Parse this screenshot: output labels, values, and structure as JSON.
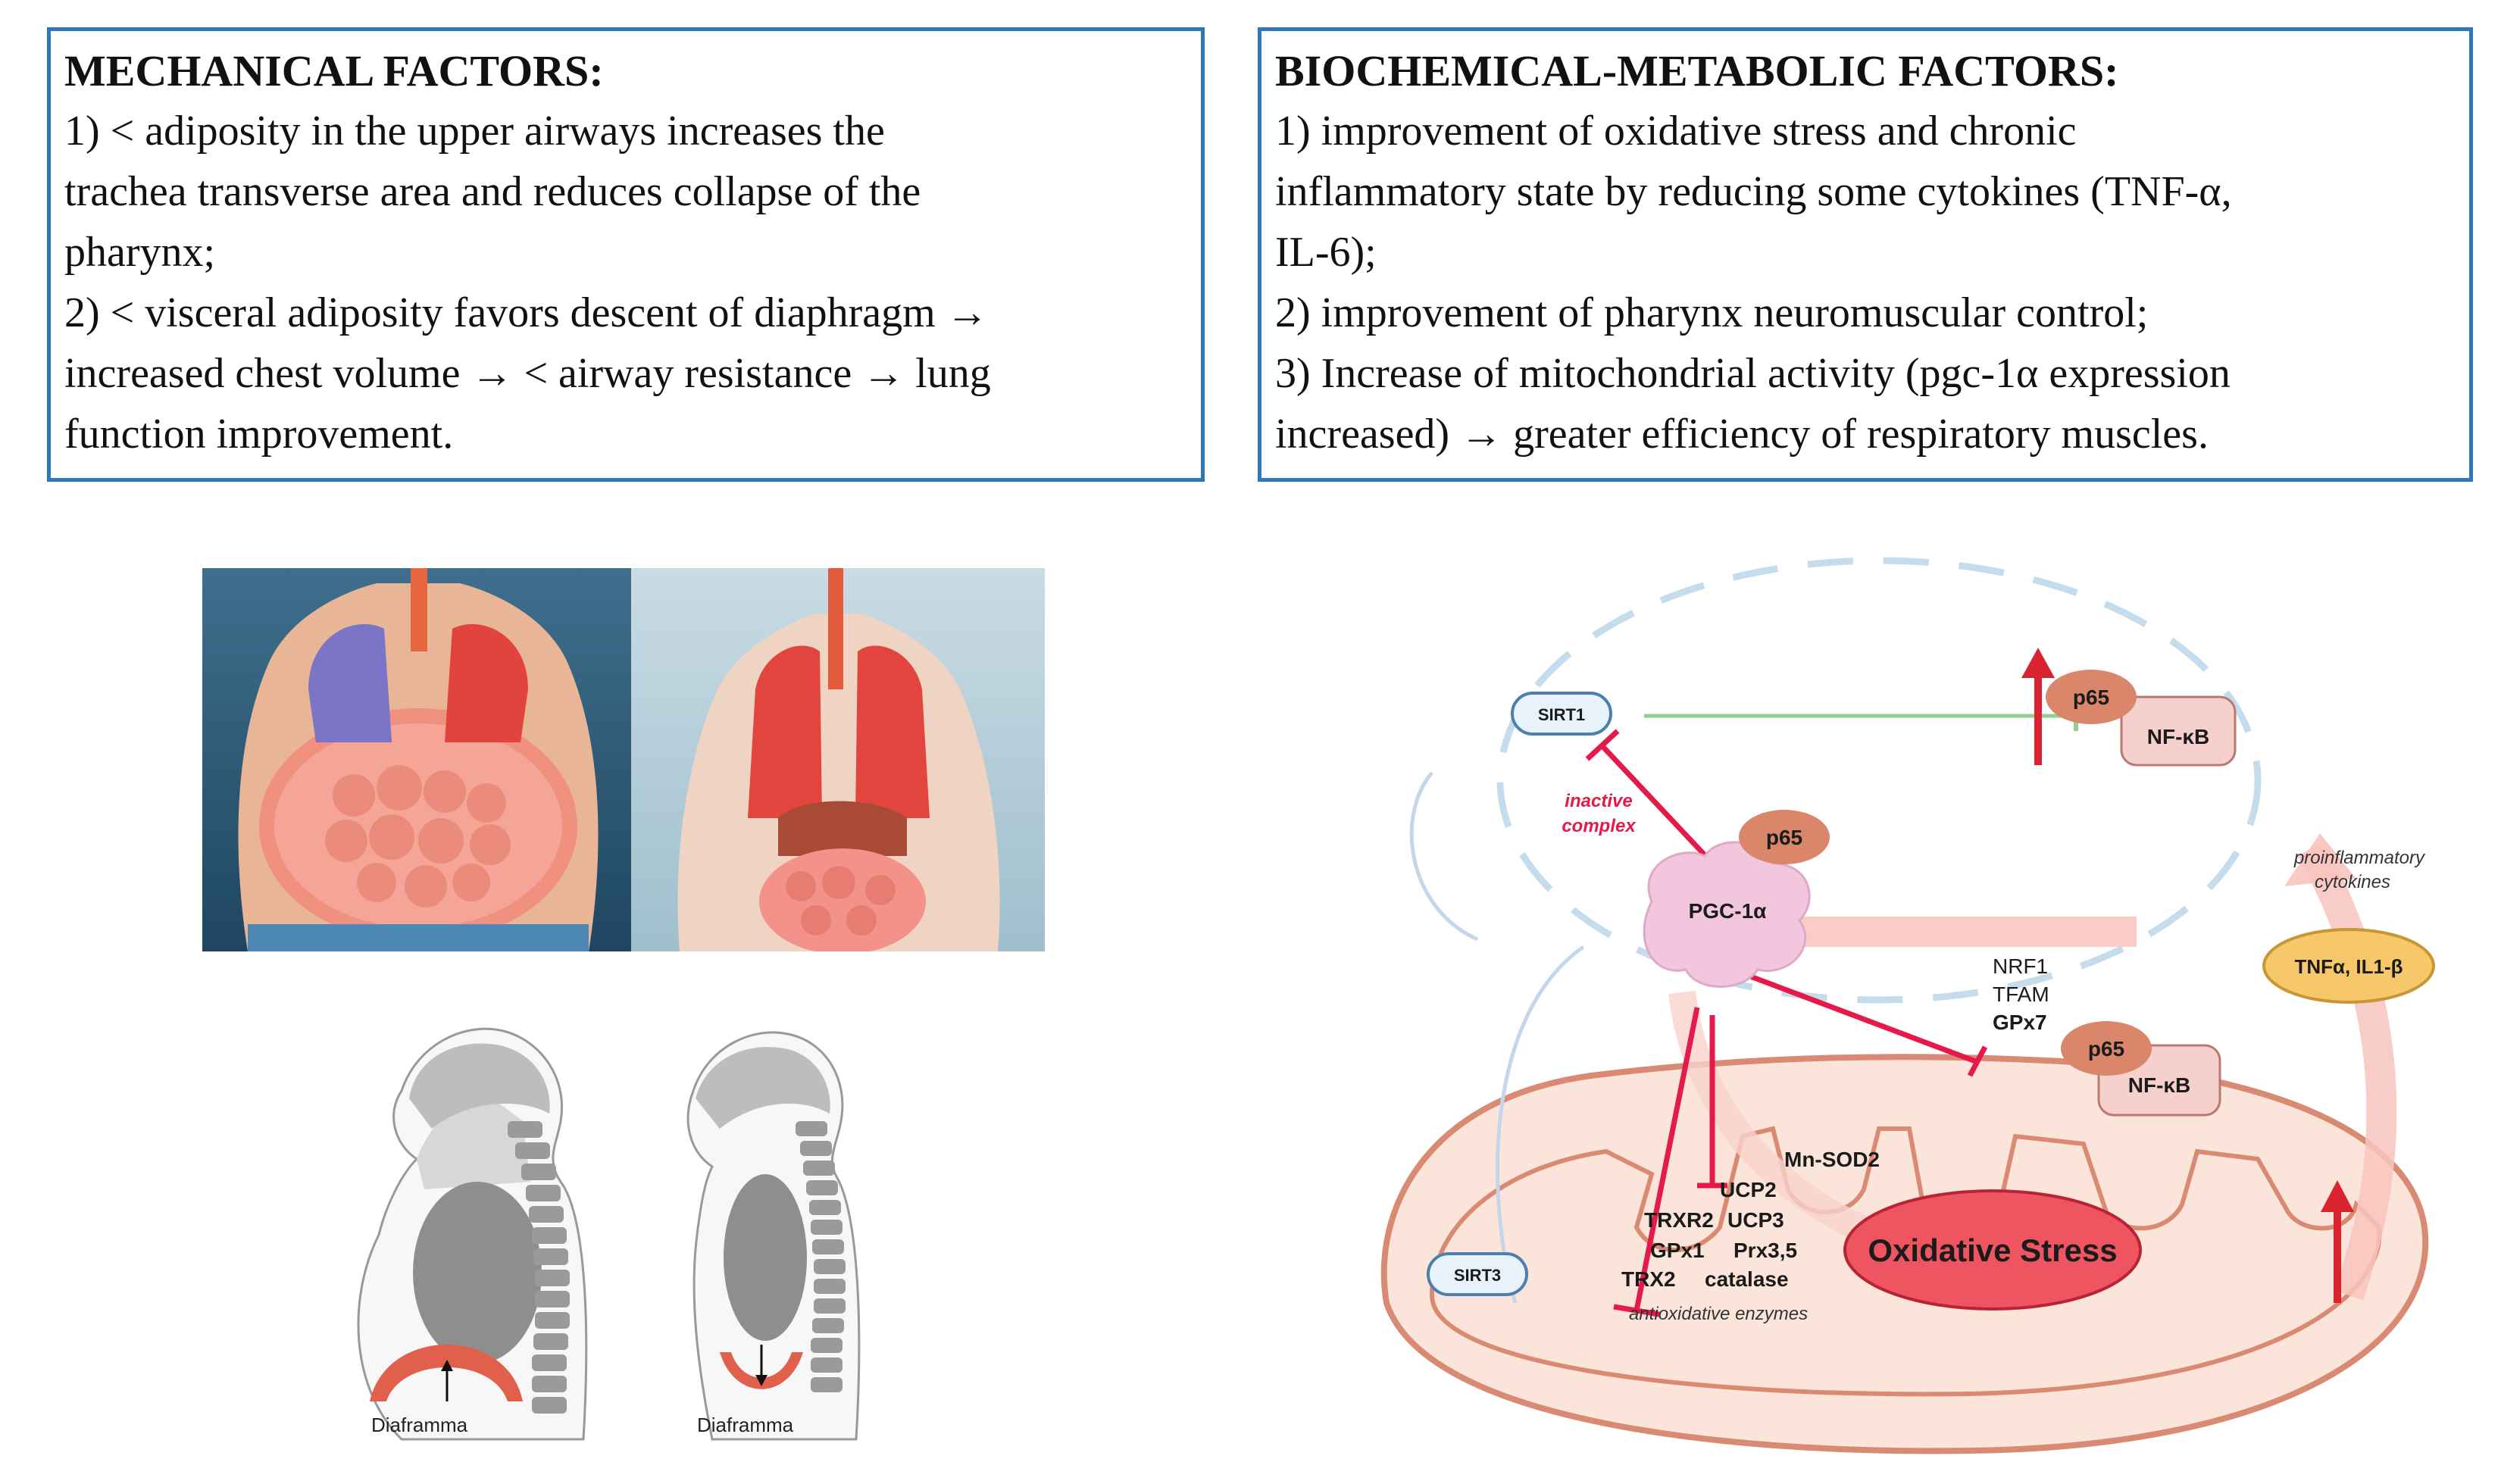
{
  "mechanical": {
    "title": "MECHANICAL FACTORS:",
    "lines": [
      "1) < adiposity in the upper airways increases the",
      "trachea transverse area and reduces collapse of the",
      "pharynx;",
      "2) < visceral adiposity favors descent of diaphragm →",
      "increased chest volume → < airway resistance → lung",
      "function improvement."
    ]
  },
  "biochemical": {
    "title": "BIOCHEMICAL-METABOLIC FACTORS:",
    "lines": [
      "1) improvement of oxidative stress and chronic",
      "inflammatory state by reducing some cytokines (TNF-α,",
      "IL-6);",
      "2) improvement of pharynx neuromuscular control;",
      "3) Increase of mitochondrial activity (pgc-1α expression",
      "increased) → greater efficiency of respiratory muscles."
    ]
  },
  "silhouettes": {
    "left_label": "Diaframma",
    "right_label": "Diaframma"
  },
  "pathway": {
    "sirt1": "SIRT1",
    "sirt3": "SIRT3",
    "p65_top": "p65",
    "nfkb_top": "NF-κB",
    "inactive_complex_1": "inactive",
    "inactive_complex_2": "complex",
    "p65_mid": "p65",
    "pgc1a": "PGC-1α",
    "nrf1": "NRF1",
    "tfam": "TFAM",
    "gpx7": "GPx7",
    "proinflammatory_1": "proinflammatory",
    "proinflammatory_2": "cytokines",
    "tnf": "TNFα, IL1-β",
    "p65_low": "p65",
    "nfkb_low": "NF-κB",
    "mnsod2": "Mn-SOD2",
    "ucp2": "UCP2",
    "trxr2": "TRXR2",
    "ucp3": "UCP3",
    "gpx1": "GPx1",
    "prx": "Prx3,5",
    "trx2": "TRX2",
    "catalase": "catalase",
    "antioxidative": "antioxidative enzymes",
    "oxidative_stress": "Oxidative Stress"
  },
  "colors": {
    "box_border": "#2e78b9",
    "inhibit_red": "#e5194a",
    "inhibit_green": "#8fd08f",
    "oxidative_fill": "#ee5560",
    "mito_fill": "#fbe5da",
    "mito_stroke": "#d98a72",
    "p65_fill": "#d9866a",
    "nfkb_fill": "#f6d0cc",
    "tnf_fill": "#f6c86a",
    "pgc_fill": "#f2c6dc",
    "sirt_fill": "#e8f2fb",
    "sirt_stroke": "#4a7fb0"
  }
}
